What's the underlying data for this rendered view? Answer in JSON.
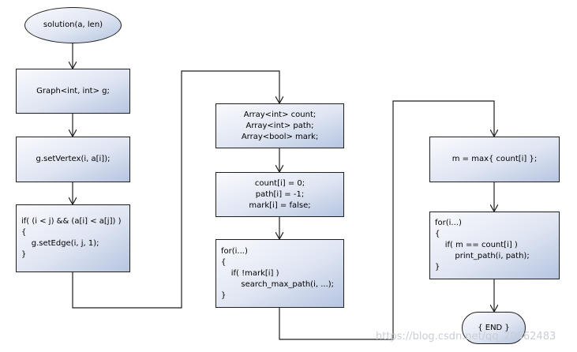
{
  "nodes": {
    "start": {
      "text": "solution(a, len)"
    },
    "graph": {
      "text": "Graph<int, int> g;"
    },
    "set_vertex": {
      "text": "g.setVertex(i, a[i]);"
    },
    "set_edge": {
      "lines": [
        "if( (i < j) && (a[i] < a[j]) )",
        "{",
        "    g.setEdge(i, j, 1);",
        "}"
      ]
    },
    "arrays": {
      "lines": [
        "Array<int> count;",
        "Array<int> path;",
        "Array<bool> mark;"
      ]
    },
    "init": {
      "lines": [
        "count[i] = 0;",
        "path[i] = -1;",
        "mark[i] = false;"
      ]
    },
    "search": {
      "lines": [
        "for(i...)",
        "{",
        "    if( !mark[i] )",
        "        search_max_path(i, ...);",
        "}"
      ]
    },
    "max": {
      "text": "m = max{ count[i] };"
    },
    "print": {
      "lines": [
        "for(i...)",
        "{",
        "    if( m == count[i] )",
        "        print_path(i, path);",
        "}"
      ]
    },
    "end": {
      "text": "{ END }"
    }
  },
  "watermark": "https://blog.csdn.net/qq_29962483"
}
